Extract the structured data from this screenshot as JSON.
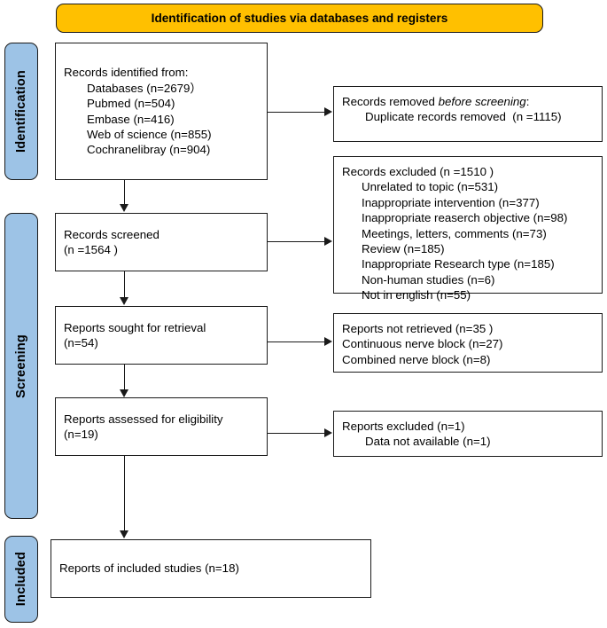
{
  "diagram": {
    "title": "Identification of studies via databases and registers",
    "colors": {
      "banner": "#FFC000",
      "phase_pill": "#9DC3E6",
      "box_border": "#1A1A1A",
      "text": "#000000",
      "background": "#FFFFFF"
    }
  },
  "phases": [
    {
      "label": "Identification"
    },
    {
      "label": "Screening"
    },
    {
      "label": "Included"
    }
  ],
  "boxes": {
    "records_identified": {
      "name": "records-identified-from",
      "lines": [
        {
          "text": "Records identified from:",
          "indent": false
        },
        {
          "text": "Databases (n=2679）",
          "indent": true
        },
        {
          "text": "Pubmed (n=504)",
          "indent": true
        },
        {
          "text": "Embase (n=416)",
          "indent": true
        },
        {
          "text": "Web of science (n=855)",
          "indent": true
        },
        {
          "text": "Cochranelibray (n=904)",
          "indent": true
        }
      ]
    },
    "records_removed": {
      "name": "records-removed-before-screening",
      "lines": [
        {
          "text_before": "Records removed ",
          "text_italic": "before screening",
          "text_after": ":",
          "indent": false
        },
        {
          "text": "Duplicate records removed  (n =1115)",
          "indent": true
        }
      ]
    },
    "records_screened": {
      "name": "records-screened",
      "lines": [
        {
          "text": "Records screened",
          "indent": false
        },
        {
          "text": "(n =1564 )",
          "indent": false
        }
      ]
    },
    "records_excluded": {
      "name": "records-excluded",
      "lines": [
        {
          "text": "Records excluded (n =1510 )",
          "indent": false
        },
        {
          "text": "Unrelated to topic (n=531)",
          "indent": true
        },
        {
          "text": "Inappropriate intervention (n=377)",
          "indent": true
        },
        {
          "text": "Inappropriate reaserch objective (n=98)",
          "indent": true
        },
        {
          "text": "Meetings, letters, comments (n=73)",
          "indent": true
        },
        {
          "text": "Review (n=185)",
          "indent": true
        },
        {
          "text": "Inappropriate Research type (n=185)",
          "indent": true
        },
        {
          "text": "Non-human studies (n=6)",
          "indent": true
        },
        {
          "text": "Not in english (n=55)",
          "indent": true
        }
      ]
    },
    "reports_sought": {
      "name": "reports-sought-for-retrieval",
      "lines": [
        {
          "text": "Reports sought for retrieval",
          "indent": false
        },
        {
          "text": "(n=54)",
          "indent": false
        }
      ]
    },
    "reports_not_retrieved": {
      "name": "reports-not-retrieved",
      "lines": [
        {
          "text": "Reports not retrieved (n=35 )",
          "indent": false
        },
        {
          "text": "Continuous nerve block (n=27)",
          "indent": false
        },
        {
          "text": "Combined nerve block (n=8)",
          "indent": false
        }
      ]
    },
    "reports_assessed": {
      "name": "reports-assessed-for-eligibility",
      "lines": [
        {
          "text": "Reports assessed for eligibility",
          "indent": false
        },
        {
          "text": "(n=19)",
          "indent": false
        }
      ]
    },
    "reports_excluded": {
      "name": "reports-excluded",
      "lines": [
        {
          "text": "Reports excluded (n=1)",
          "indent": false
        },
        {
          "text": "Data not available (n=1)",
          "indent": true
        }
      ]
    },
    "reports_included": {
      "name": "reports-of-included-studies",
      "lines": [
        {
          "text": "Reports of included studies (n=18)",
          "indent": false
        }
      ]
    }
  }
}
